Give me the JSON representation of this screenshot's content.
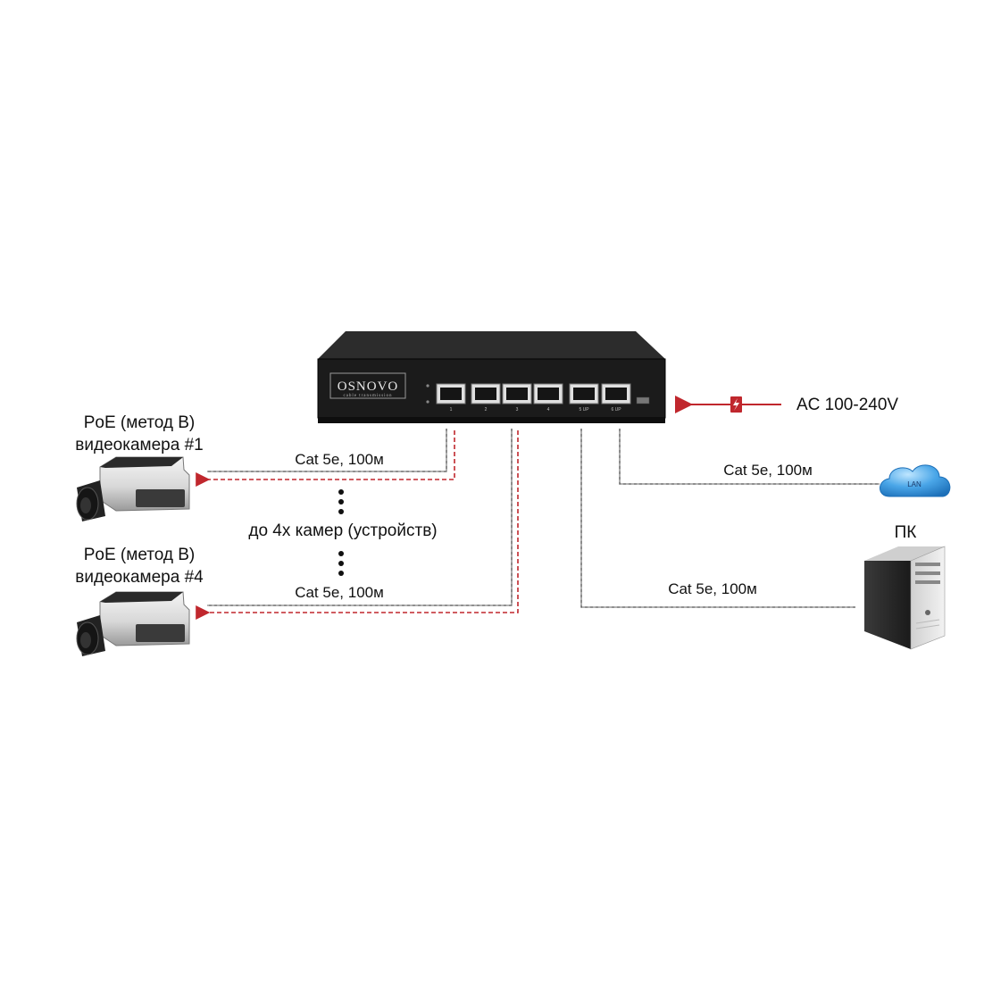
{
  "switch": {
    "brand": "OSNOVO",
    "brand_sub": "cable transmission",
    "port_labels": [
      "1",
      "2",
      "3",
      "4",
      "5 UP",
      "6 UP"
    ]
  },
  "power": {
    "label": "AC 100-240V"
  },
  "camera1": {
    "label_line1": "PoE (метод B)",
    "label_line2": "видеокамера #1"
  },
  "camera4": {
    "label_line1": "PoE (метод B)",
    "label_line2": "видеокамера #4"
  },
  "cameras_note": "до 4х камер (устройств)",
  "cables": {
    "cam1": "Cat 5e, 100м",
    "cam4": "Cat 5e, 100м",
    "lan": "Cat 5e, 100м",
    "pc": "Cat 5e, 100м"
  },
  "lan": {
    "label": "LAN"
  },
  "pc": {
    "label": "ПК"
  },
  "colors": {
    "poe_line": "#c0272d",
    "cable": "#9a9a9a",
    "lan_cloud": "#3a9be0"
  }
}
